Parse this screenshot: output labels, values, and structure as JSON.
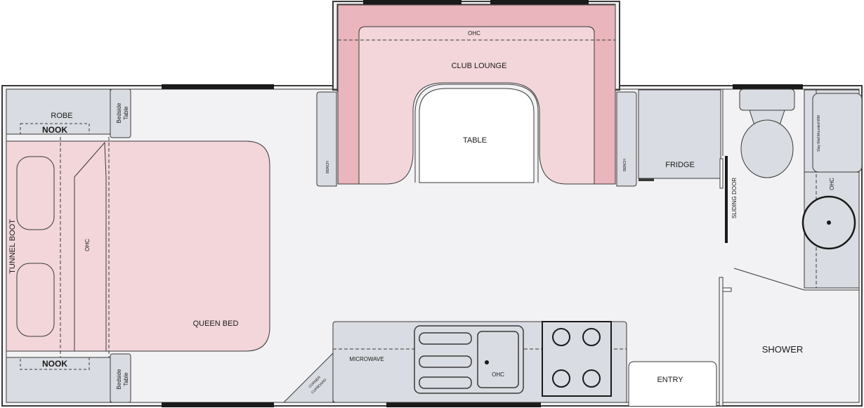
{
  "plan": {
    "labels": {
      "robe": "ROBE",
      "nook_top": "NOOK",
      "nook_bottom": "NOOK",
      "bedside_top_1": "Bedside",
      "bedside_top_2": "Table",
      "bedside_bottom_1": "Bedside",
      "bedside_bottom_2": "Table",
      "tunnel_boot": "TUNNEL BOOT",
      "ohc_bed": "OHC",
      "queen_bed": "QUEEN BED",
      "ohc_lounge": "OHC",
      "club_lounge": "CLUB LOUNGE",
      "table": "TABLE",
      "bench_left": "BENCH",
      "bench_right": "BENCH",
      "fridge": "FRIDGE",
      "sliding_door": "SLIDING DOOR",
      "vanity_note": "Slay Wall Mounted WM",
      "ohc_bath": "OHC",
      "shower": "SHOWER",
      "entry": "ENTRY",
      "microwave": "MICROWAVE",
      "ohc_kitchen": "OHC",
      "corner_cupboard_1": "CORNER",
      "corner_cupboard_2": "CUPBOARD"
    },
    "colors": {
      "outline": "#3a3a3a",
      "floor": "#f2f2f4",
      "fixture_grey": "#d9dce2",
      "bed_pink": "#f2d6da",
      "lounge_pink": "#eab5bc",
      "window": "#1a1a1a"
    }
  }
}
